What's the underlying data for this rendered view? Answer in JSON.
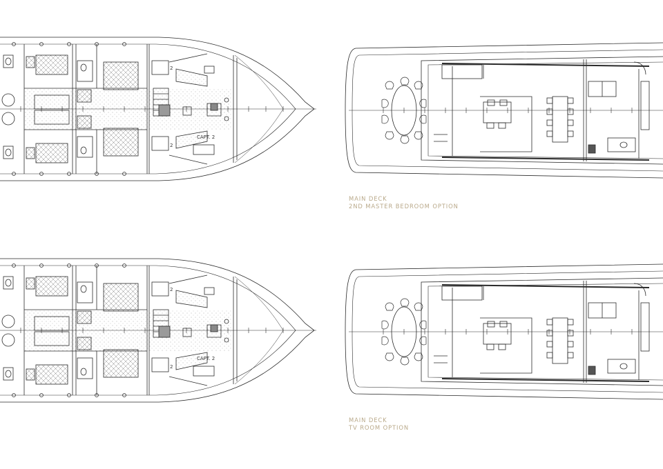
{
  "colors": {
    "caption": "#b9a98a",
    "line": "#2a2a2a",
    "hatch": "#8a8a8a"
  },
  "lower_deck": {
    "cabin_labels": [
      "2",
      "2",
      "2",
      "2"
    ],
    "crew_label": "CAPT. 2"
  },
  "main_deck_options": [
    {
      "title": "MAIN DECK",
      "subtitle": "2ND MASTER BEDROOM OPTION"
    },
    {
      "title": "MAIN DECK",
      "subtitle": "TV ROOM OPTION"
    }
  ]
}
